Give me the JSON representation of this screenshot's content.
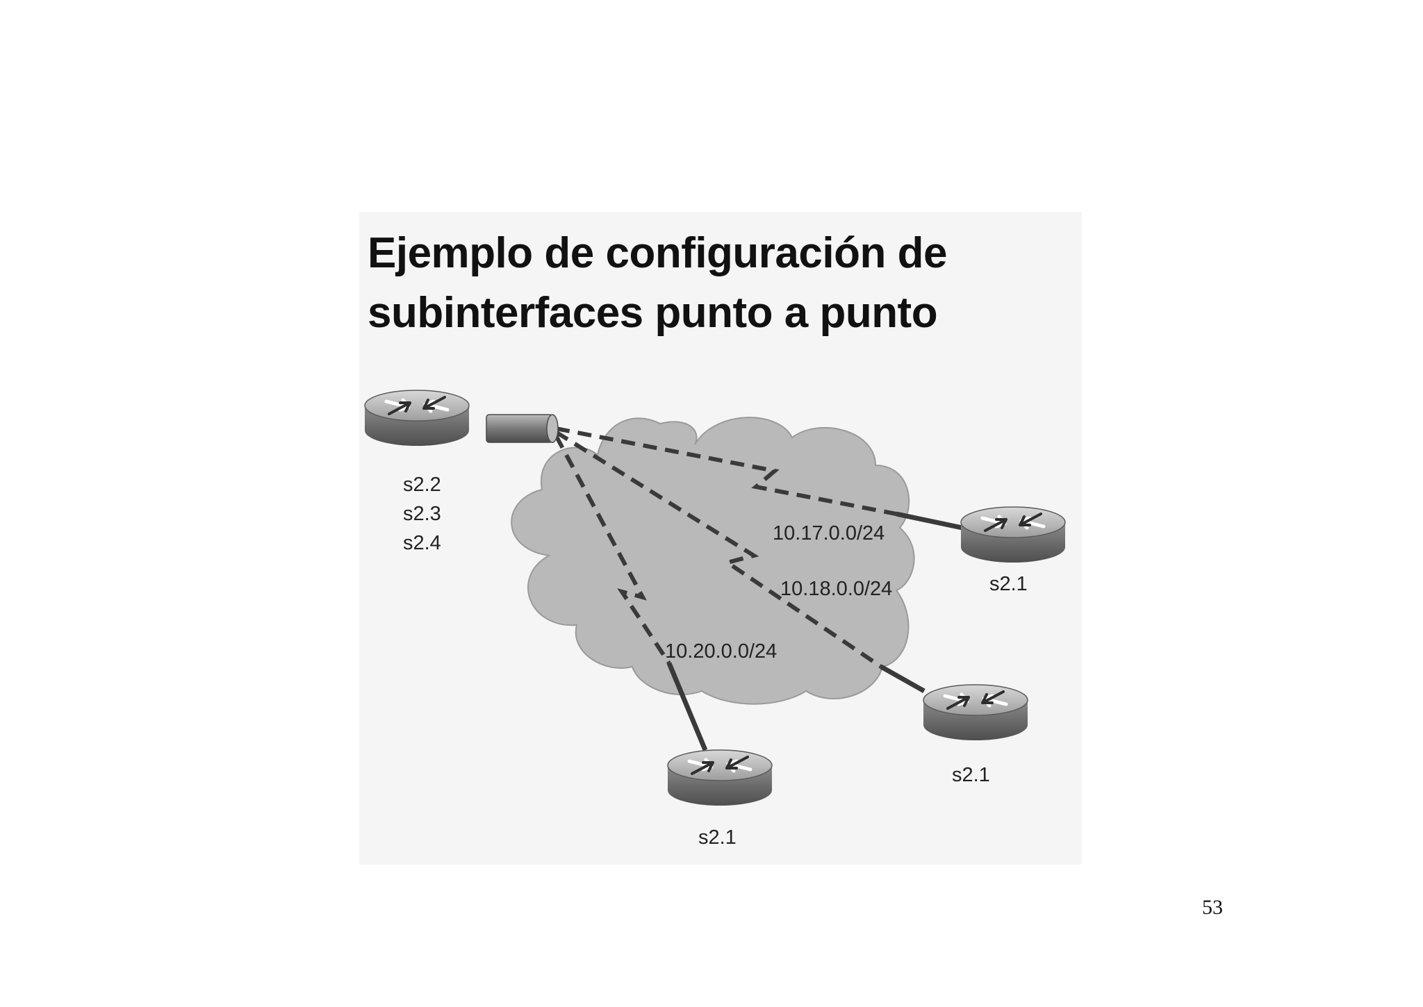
{
  "title": {
    "line1": "Ejemplo de configuración de",
    "line2": "subinterfaces punto a punto"
  },
  "hub_router": {
    "interfaces": [
      "s2.2",
      "s2.3",
      "s2.4"
    ],
    "icon": "router-icon"
  },
  "links": [
    {
      "subnet": "10.17.0.0/24",
      "remote_interface": "s2.1"
    },
    {
      "subnet": "10.18.0.0/24",
      "remote_interface": "s2.1"
    },
    {
      "subnet": "10.20.0.0/24",
      "remote_interface": "s2.1"
    }
  ],
  "cloud": {
    "icon": "frame-relay-cloud-icon",
    "color": "#b9b9b9"
  },
  "colors": {
    "link": "#3a3a3a",
    "router_body": "#6e6e6e",
    "router_top": "#bdbdbd"
  },
  "page_number": "53"
}
